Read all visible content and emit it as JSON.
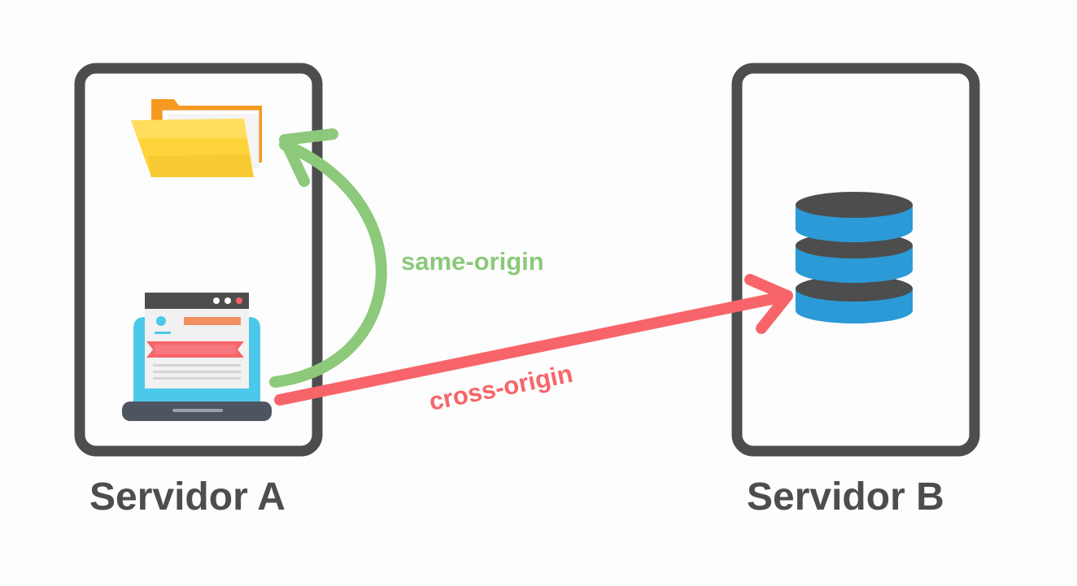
{
  "servers": [
    {
      "id": "a",
      "label": "Servidor A",
      "icons": [
        "folder-icon",
        "laptop-webpage-icon"
      ]
    },
    {
      "id": "b",
      "label": "Servidor B",
      "icons": [
        "database-icon"
      ]
    }
  ],
  "connections": [
    {
      "label": "same-origin",
      "from": "laptop",
      "to": "folder",
      "color": "#8cc97a"
    },
    {
      "label": "cross-origin",
      "from": "laptop",
      "to": "database",
      "color": "#f7656a"
    }
  ],
  "colors": {
    "server_border": "#4d4d4d",
    "folder_front": "#ffd43b",
    "folder_back": "#f59a1f",
    "laptop_screen": "#4cc9ea",
    "laptop_base": "#4d5560",
    "webpage_banner": "#f7656a",
    "webpage_header_bar": "#f29063",
    "database_body": "#2b9ad6",
    "database_dark": "#4d4d4d"
  }
}
